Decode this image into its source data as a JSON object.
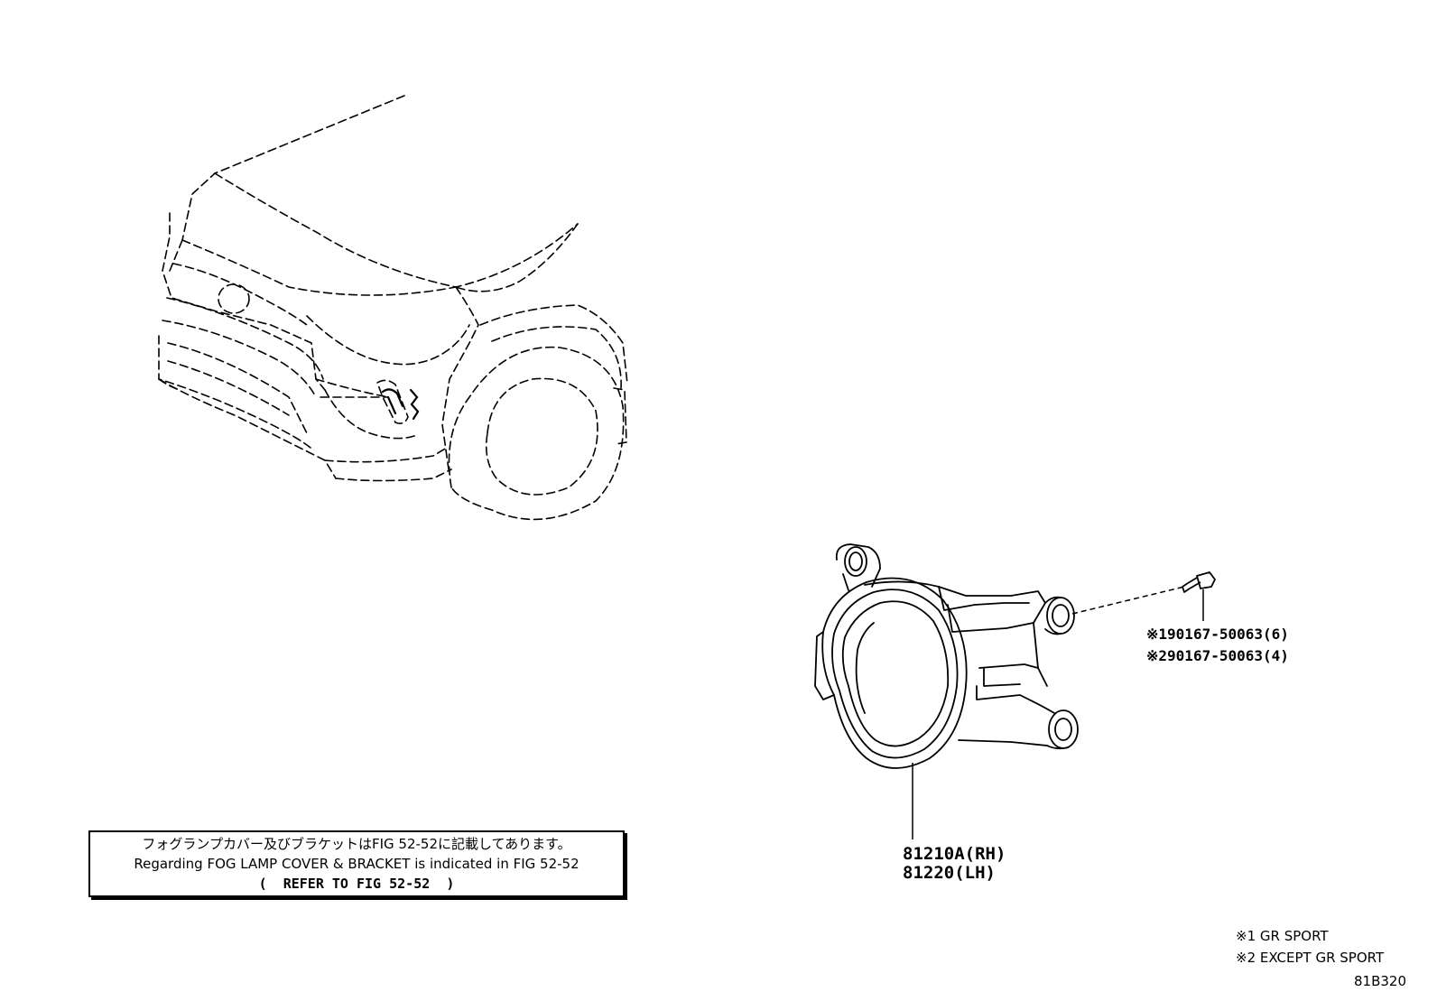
{
  "diagram": {
    "figure_id": "81B320",
    "note": {
      "line_jp": "フォグランプカバー及びブラケットはFIG 52-52に記載してあります。",
      "line_en": "Regarding FOG LAMP COVER & BRACKET is indicated in FIG 52-52",
      "line_ref": "(  REFER TO FIG 52-52  )"
    },
    "bolt": {
      "part_1": "※190167-50063(6)",
      "part_2": "※290167-50063(4)"
    },
    "fog_lamp": {
      "part_rh": "81210A(RH)",
      "part_lh": "81220(LH)"
    },
    "legend": {
      "mark_1": "※1 GR SPORT",
      "mark_2": "※2 EXCEPT GR SPORT"
    }
  }
}
